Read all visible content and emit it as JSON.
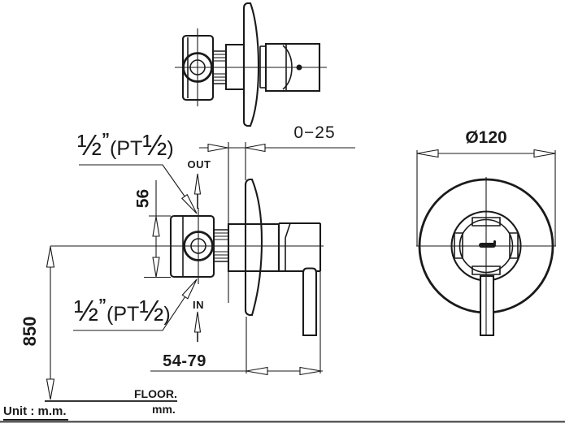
{
  "colors": {
    "line": "#1a1a1a",
    "background": "#ffffff"
  },
  "labels": {
    "out": "OUT",
    "in": "IN",
    "floor": "FLOOR.",
    "floor_unit": "mm.",
    "unit_note": "Unit : m.m.",
    "pipe": {
      "frac1": "½",
      "inch": "”",
      "pt": "(PT",
      "frac2": "½",
      "close": ")"
    }
  },
  "dimensions": {
    "wall_thickness_range": "0−25",
    "plate_diameter": "Ø120",
    "port_spacing": "56",
    "inlet_height": "850",
    "wall_to_handle_depth": "54-79"
  }
}
